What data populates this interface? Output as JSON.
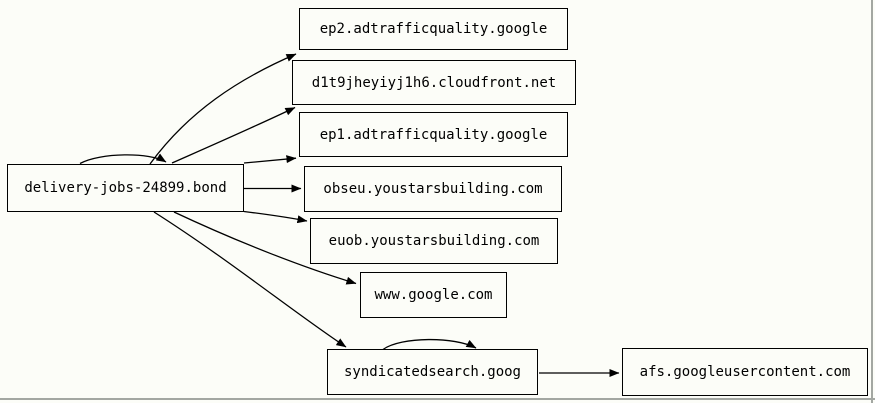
{
  "graph": {
    "nodes": [
      {
        "id": "delivery-jobs-24899.bond",
        "label": "delivery-jobs-24899.bond"
      },
      {
        "id": "ep2.adtrafficquality.google",
        "label": "ep2.adtrafficquality.google"
      },
      {
        "id": "d1t9jheyiyj1h6.cloudfront.net",
        "label": "d1t9jheyiyj1h6.cloudfront.net"
      },
      {
        "id": "ep1.adtrafficquality.google",
        "label": "ep1.adtrafficquality.google"
      },
      {
        "id": "obseu.youstarsbuilding.com",
        "label": "obseu.youstarsbuilding.com"
      },
      {
        "id": "euob.youstarsbuilding.com",
        "label": "euob.youstarsbuilding.com"
      },
      {
        "id": "www.google.com",
        "label": "www.google.com"
      },
      {
        "id": "syndicatedsearch.goog",
        "label": "syndicatedsearch.goog"
      },
      {
        "id": "afs.googleusercontent.com",
        "label": "afs.googleusercontent.com"
      }
    ],
    "edges": [
      {
        "from": "delivery-jobs-24899.bond",
        "to": "delivery-jobs-24899.bond"
      },
      {
        "from": "delivery-jobs-24899.bond",
        "to": "ep2.adtrafficquality.google"
      },
      {
        "from": "delivery-jobs-24899.bond",
        "to": "d1t9jheyiyj1h6.cloudfront.net"
      },
      {
        "from": "delivery-jobs-24899.bond",
        "to": "ep1.adtrafficquality.google"
      },
      {
        "from": "delivery-jobs-24899.bond",
        "to": "obseu.youstarsbuilding.com"
      },
      {
        "from": "delivery-jobs-24899.bond",
        "to": "euob.youstarsbuilding.com"
      },
      {
        "from": "delivery-jobs-24899.bond",
        "to": "www.google.com"
      },
      {
        "from": "delivery-jobs-24899.bond",
        "to": "syndicatedsearch.goog"
      },
      {
        "from": "syndicatedsearch.goog",
        "to": "syndicatedsearch.goog"
      },
      {
        "from": "syndicatedsearch.goog",
        "to": "afs.googleusercontent.com"
      }
    ]
  },
  "colors": {
    "background": "#fcfdf8",
    "node_border": "#000000",
    "edge": "#000000",
    "text": "#000000",
    "frame": "#a3a7a2"
  }
}
